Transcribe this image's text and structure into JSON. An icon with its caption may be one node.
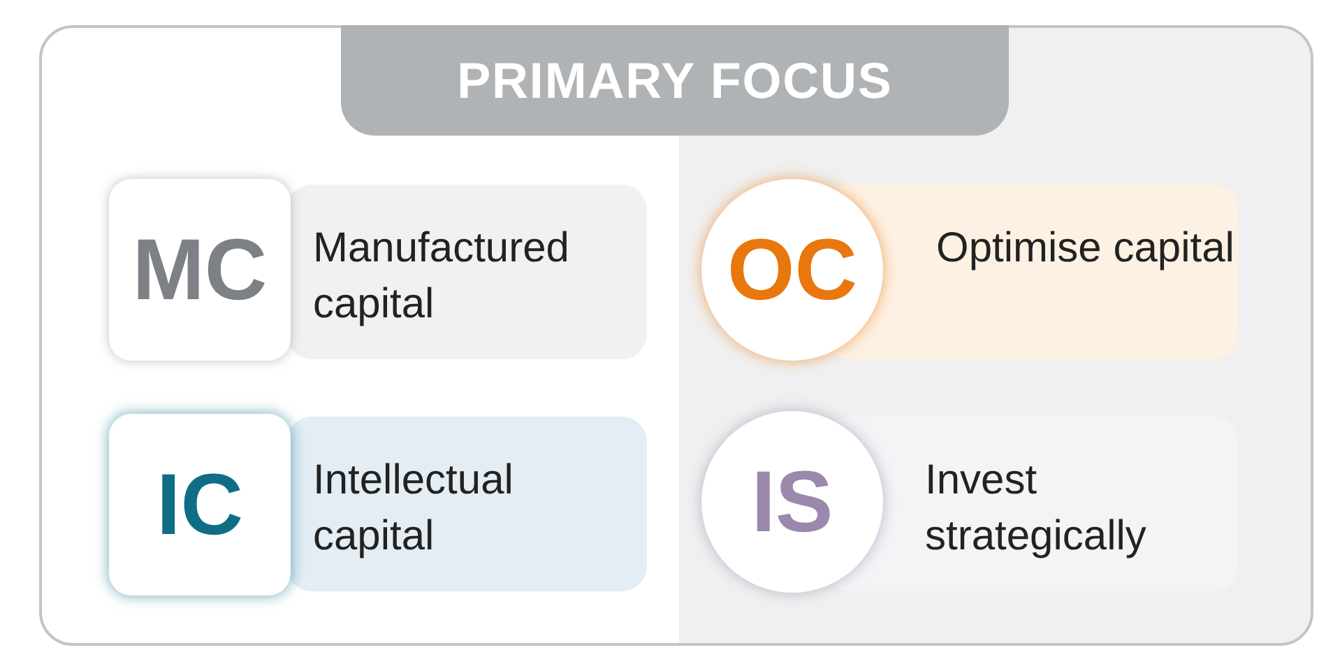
{
  "diagram": {
    "title": "PRIMARY FOCUS",
    "nodes": [
      {
        "text": [
          "MC",
          "Manufactured capital"
        ]
      },
      {
        "text": [
          "OC",
          "Optimise capital"
        ]
      },
      {
        "text": [
          "IC",
          "Intellectual capital"
        ]
      },
      {
        "text": [
          "IS",
          "Invest strategically"
        ]
      }
    ],
    "edges": []
  }
}
